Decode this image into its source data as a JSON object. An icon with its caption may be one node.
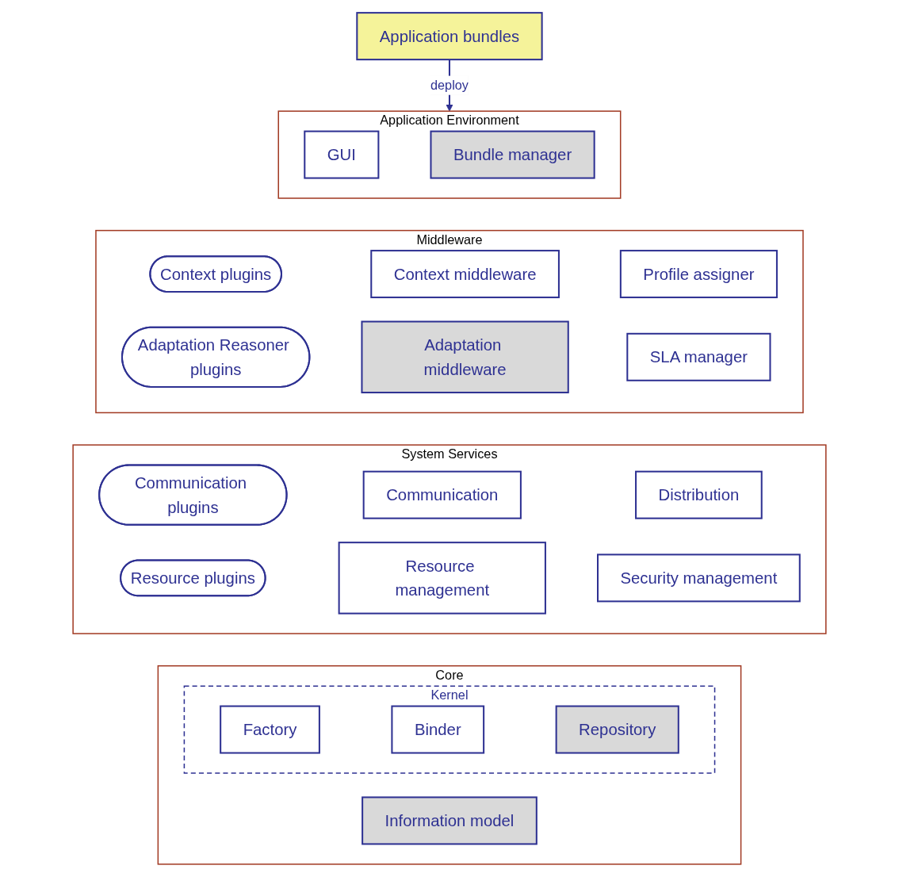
{
  "diagram": {
    "nodes": [
      {
        "text": [
          "Application bundles"
        ]
      },
      {
        "text": [
          "Application Environment"
        ]
      },
      {
        "text": [
          "GUI"
        ],
        "in": 1
      },
      {
        "text": [
          "Bundle manager"
        ],
        "in": 1
      },
      {
        "text": [
          "Middleware"
        ]
      },
      {
        "text": [
          "Context plugins"
        ],
        "in": 4
      },
      {
        "text": [
          "Context middleware"
        ],
        "in": 4
      },
      {
        "text": [
          "Profile assigner"
        ],
        "in": 4
      },
      {
        "text": [
          "Adaptation Reasoner plugins"
        ],
        "in": 4
      },
      {
        "text": [
          "Adaptation middleware"
        ],
        "in": 4
      },
      {
        "text": [
          "SLA manager"
        ],
        "in": 4
      },
      {
        "text": [
          "System Services"
        ]
      },
      {
        "text": [
          "Communication plugins"
        ],
        "in": 11
      },
      {
        "text": [
          "Communication"
        ],
        "in": 11
      },
      {
        "text": [
          "Distribution"
        ],
        "in": 11
      },
      {
        "text": [
          "Resource plugins"
        ],
        "in": 11
      },
      {
        "text": [
          "Resource management"
        ],
        "in": 11
      },
      {
        "text": [
          "Security management"
        ],
        "in": 11
      },
      {
        "text": [
          "Core"
        ]
      },
      {
        "text": [
          "Information model"
        ],
        "in": 18
      },
      {
        "text": [
          "Kernel"
        ],
        "in": 18
      },
      {
        "text": [
          "Factory"
        ],
        "in": 20
      },
      {
        "text": [
          "Binder"
        ],
        "in": 20
      },
      {
        "text": [
          "Repository"
        ],
        "in": 20
      }
    ],
    "edges": [
      {
        "from": 0,
        "to": 1,
        "arrow": "to",
        "label": "deploy"
      }
    ]
  }
}
